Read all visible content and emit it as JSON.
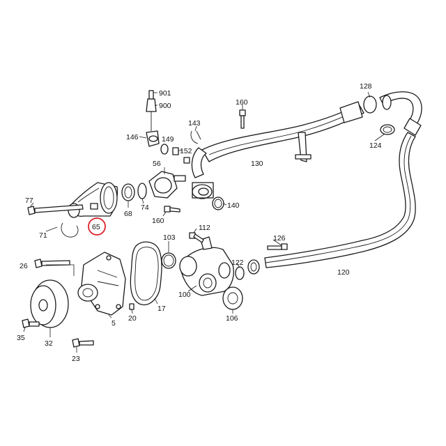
{
  "labels": {
    "l901": "901",
    "l900": "900",
    "l146": "146",
    "l149": "149",
    "l143": "143",
    "l152": "152",
    "l160a": "160",
    "l160b": "160",
    "l128": "128",
    "l124": "124",
    "l130": "130",
    "l56": "56",
    "l77": "77",
    "l68": "68",
    "l74": "74",
    "l140": "140",
    "l65": "65",
    "l71": "71",
    "l112": "112",
    "l103": "103",
    "l126": "126",
    "l26": "26",
    "l122": "122",
    "l120": "120",
    "l100": "100",
    "l17": "17",
    "l20": "20",
    "l5": "5",
    "l106": "106",
    "l35": "35",
    "l32": "32",
    "l23": "23"
  },
  "colors": {
    "highlight": "#e0202a",
    "line": "#1a1a1a"
  },
  "highlighted_part": "65"
}
